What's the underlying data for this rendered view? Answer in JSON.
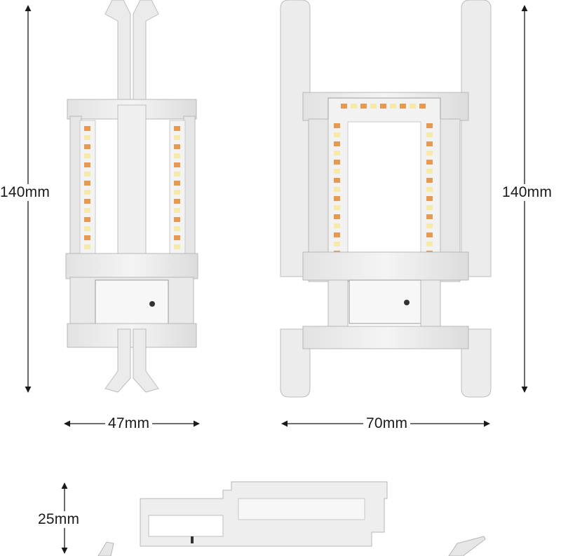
{
  "dimensions": {
    "left_height": "140mm",
    "right_height": "140mm",
    "left_width": "47mm",
    "right_width": "70mm",
    "profile_height": "25mm"
  },
  "colors": {
    "frame": "#ececec",
    "frame_edge": "#b8b8b8",
    "led_warm": "#e49a52",
    "led_cool": "#f7e9a8",
    "dimension_line": "#1a1a1a"
  }
}
